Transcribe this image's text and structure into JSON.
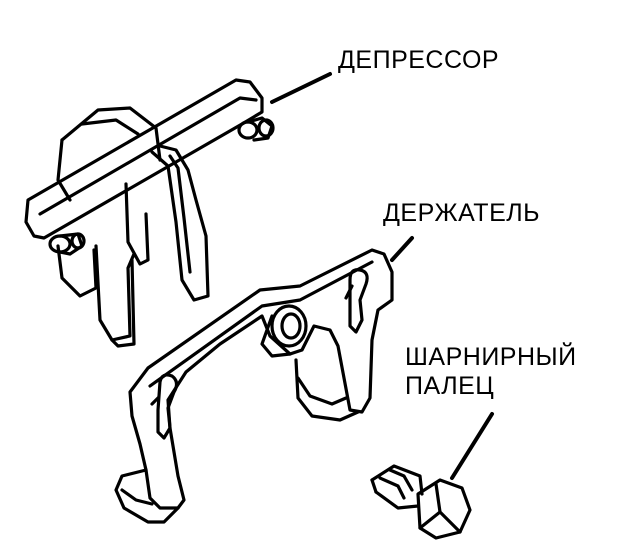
{
  "labels": {
    "depressor": "ДЕПРЕССОР",
    "holder": "ДЕРЖАТЕЛЬ",
    "pin_line1": "ШАРНИРНЫЙ",
    "pin_line2": "ПАЛЕЦ"
  },
  "colors": {
    "ink": "#000000",
    "background": "#ffffff"
  }
}
